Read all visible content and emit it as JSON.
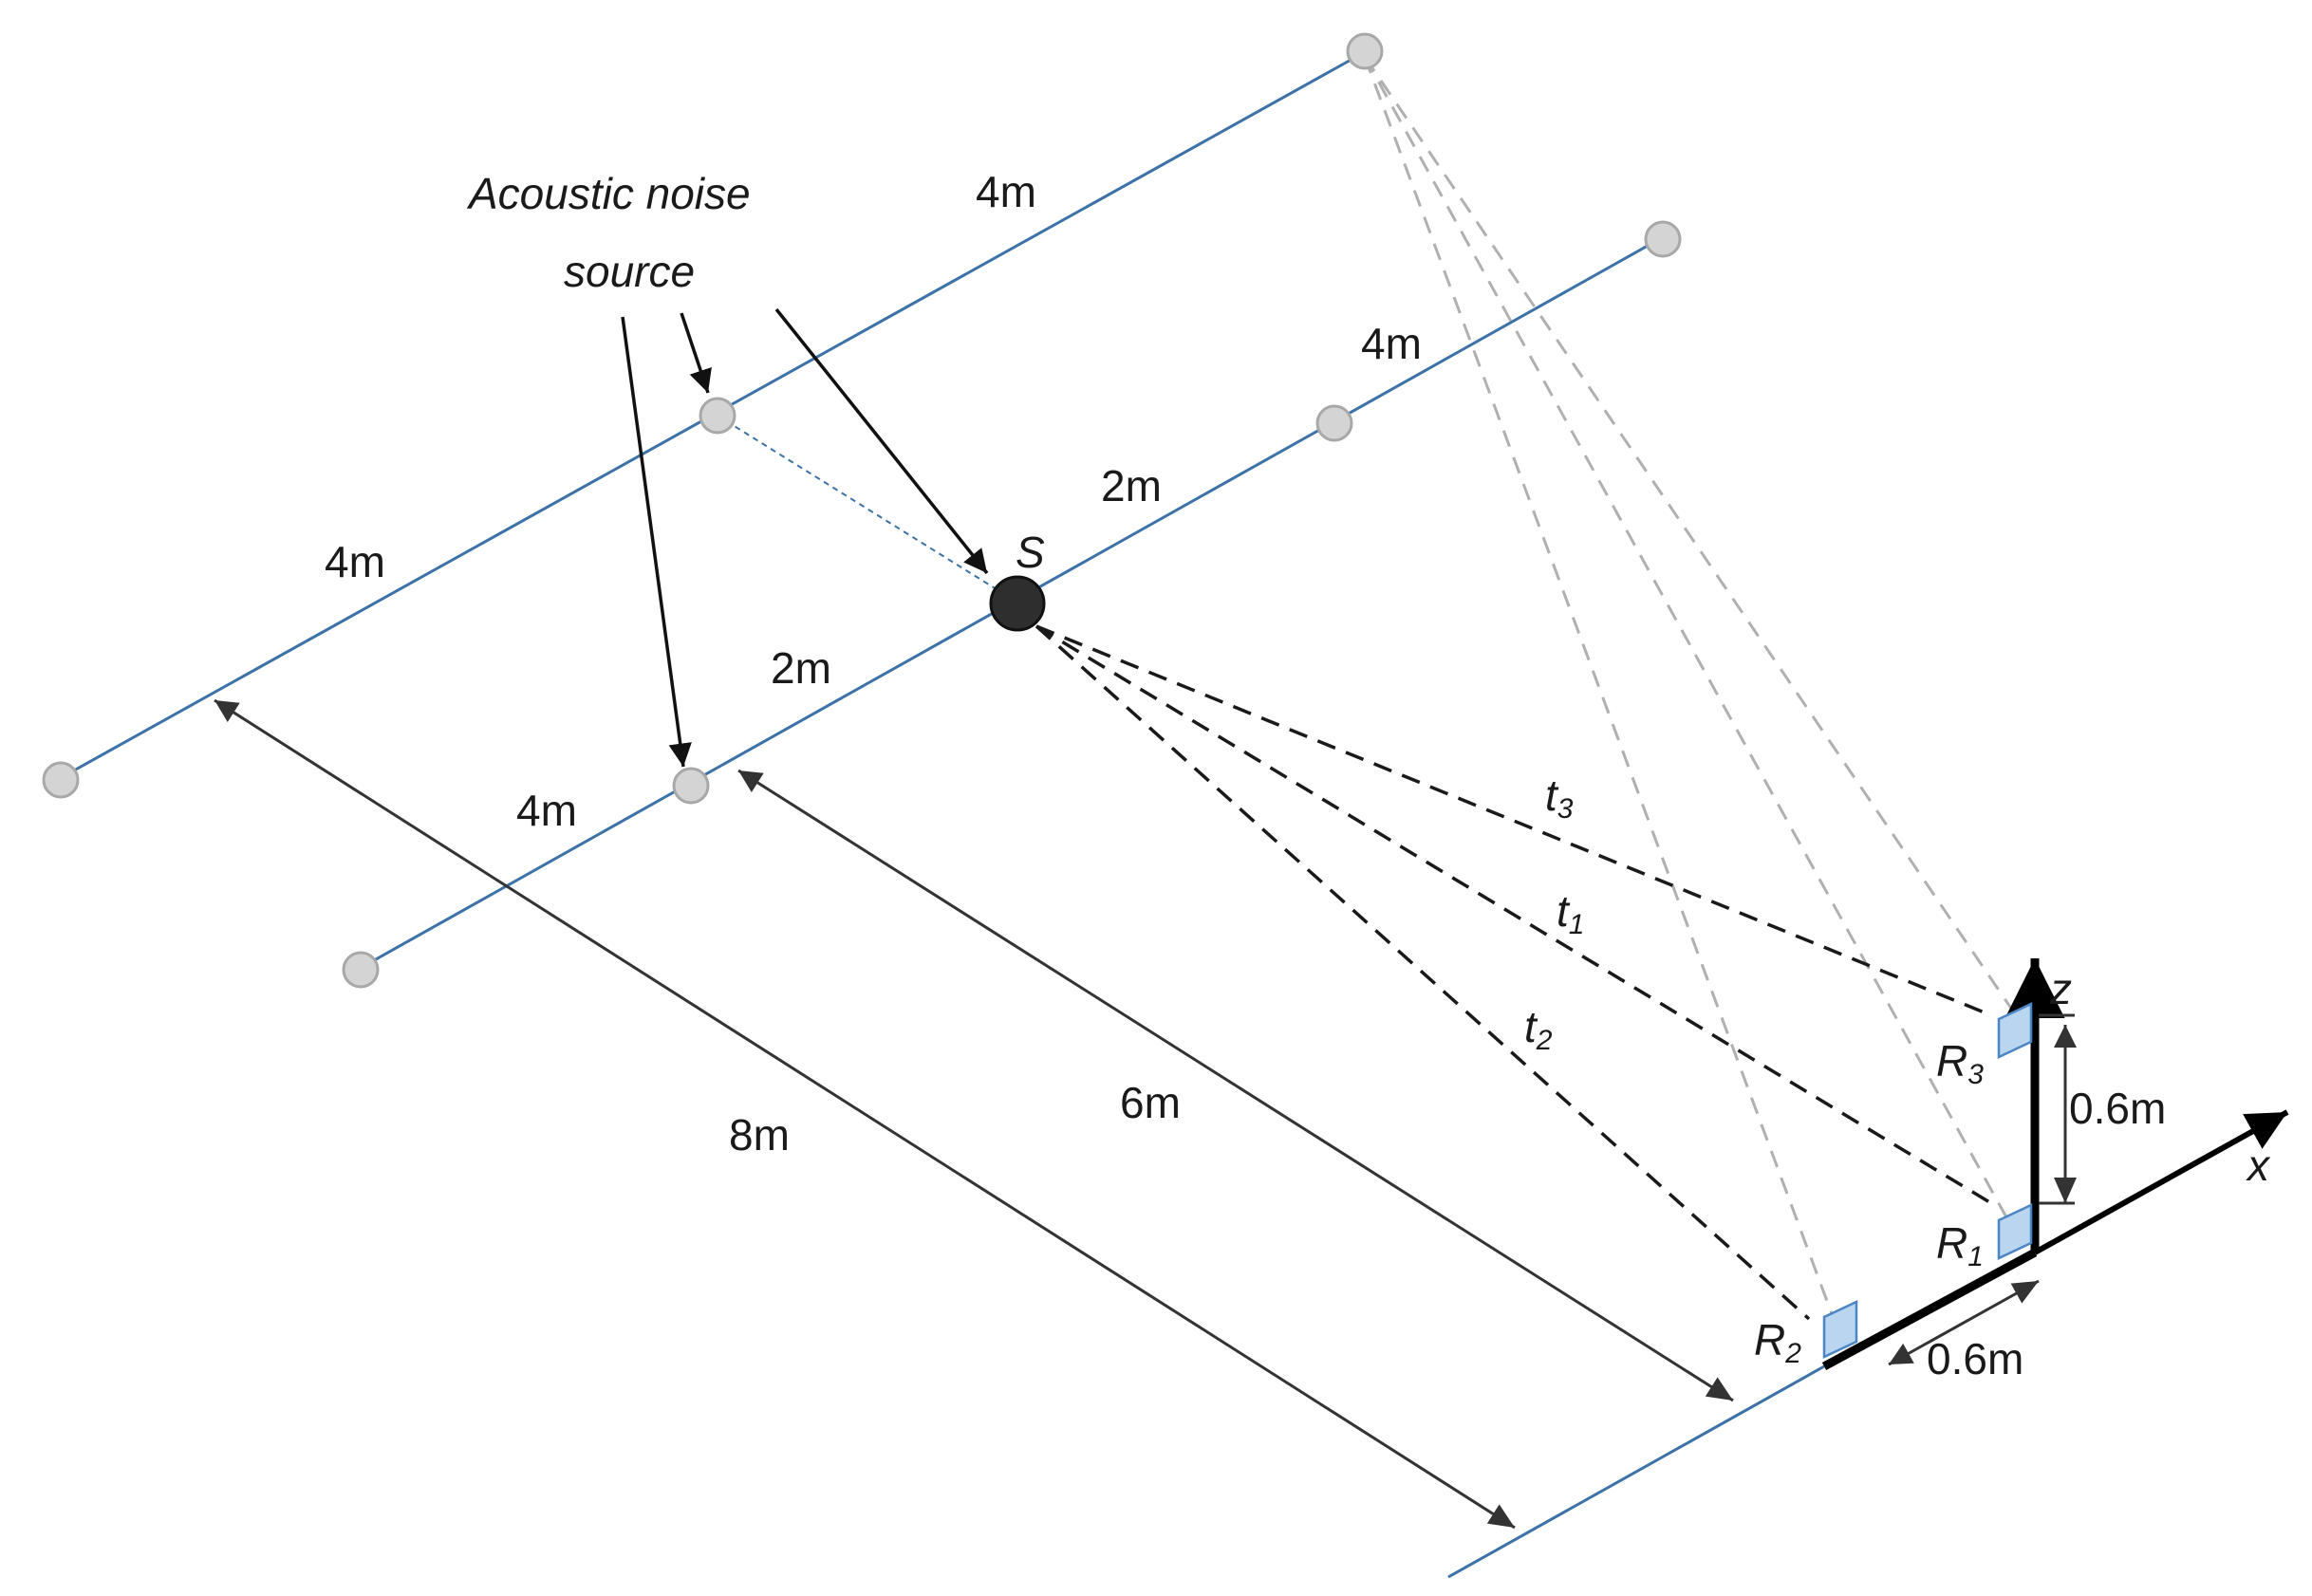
{
  "annotation": {
    "line1": "Acoustic noise",
    "line2": "source"
  },
  "source": {
    "symbol": "S"
  },
  "receivers": [
    {
      "letter": "R",
      "index": "3"
    },
    {
      "letter": "R",
      "index": "1"
    },
    {
      "letter": "R",
      "index": "2"
    }
  ],
  "travel_times": [
    {
      "letter": "t",
      "index": "3"
    },
    {
      "letter": "t",
      "index": "1"
    },
    {
      "letter": "t",
      "index": "2"
    }
  ],
  "axes": {
    "x": "x",
    "z": "z"
  },
  "dimensions": {
    "top_line_segment": "4m",
    "middle_line_far_segment": "4m",
    "middle_line_near_segment": "2m",
    "source_to_left_line": "2m",
    "left_line_segment": "4m",
    "bottom_line_segment": "4m",
    "distance_outer": "8m",
    "distance_inner": "6m",
    "receiver_height": "0.6m",
    "receiver_spacing": "0.6m"
  },
  "colors": {
    "line": "#3c72a8",
    "receiver_fill": "#b9d5ef",
    "node_fill": "#d4d4d4",
    "source_fill": "#2e2e2e"
  }
}
